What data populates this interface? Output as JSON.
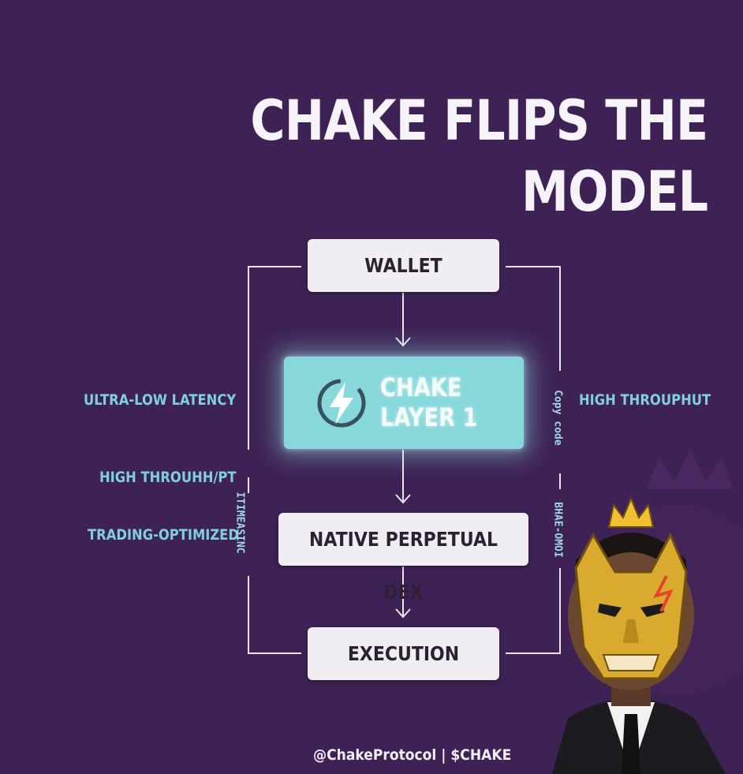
{
  "title": "CHAKE FLIPS THE MODEL",
  "nodes": {
    "wallet": "WALLET",
    "layer1_line1": "CHAKE",
    "layer1_line2": "LAYER 1",
    "dex": "NATIVE PERPETUAL DEX",
    "execution": "EXECUTION"
  },
  "left_labels": [
    "ULTRA-LOW LATENCY",
    "HIGH THROUHH/PT",
    "TRADING-OPTIMIZED"
  ],
  "right_labels": [
    "HIGH THROUPHUT"
  ],
  "vertical_labels": {
    "left": "ITIMEASINC",
    "right_top": "Copy code",
    "right_bottom": "BHAE-OMOI"
  },
  "footer": "@ChakeProtocol | $CHAKE",
  "colors": {
    "background": "#3e2255",
    "node": "#f0eef2",
    "layer1": "#86d8db",
    "label": "#7fd0de",
    "line": "#e9e6ee"
  }
}
